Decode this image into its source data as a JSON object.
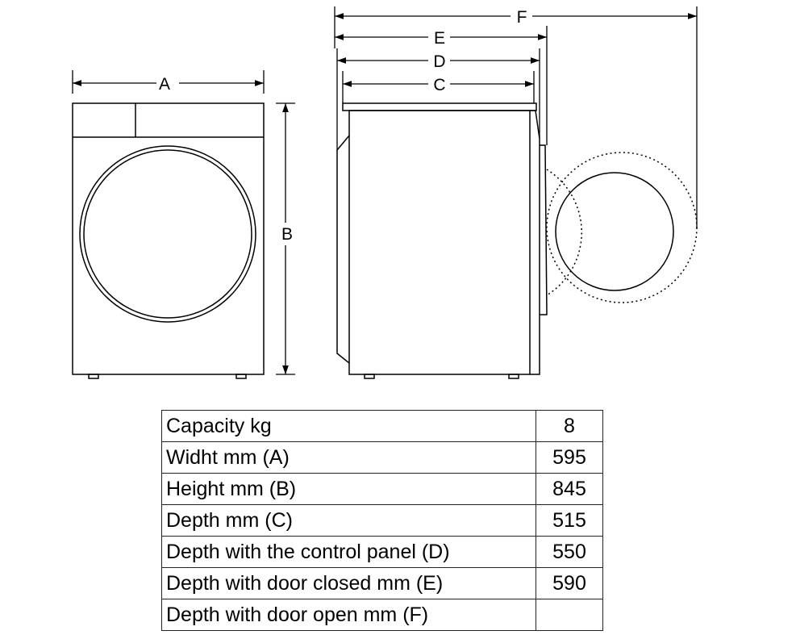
{
  "diagram": {
    "dimension_labels": {
      "a": "A",
      "b": "B",
      "c": "C",
      "d": "D",
      "e": "E",
      "f": "F"
    }
  },
  "table": {
    "rows": [
      {
        "label": "Capacity kg",
        "value": "8"
      },
      {
        "label": "Widht mm (A)",
        "value": "595"
      },
      {
        "label": "Height mm (B)",
        "value": "845"
      },
      {
        "label": "Depth mm (C)",
        "value": "515"
      },
      {
        "label": "Depth with the control panel (D)",
        "value": "550"
      },
      {
        "label": "Depth with door closed mm (E)",
        "value": "590"
      },
      {
        "label": "Depth with door open mm (F)",
        "value": ""
      }
    ]
  }
}
